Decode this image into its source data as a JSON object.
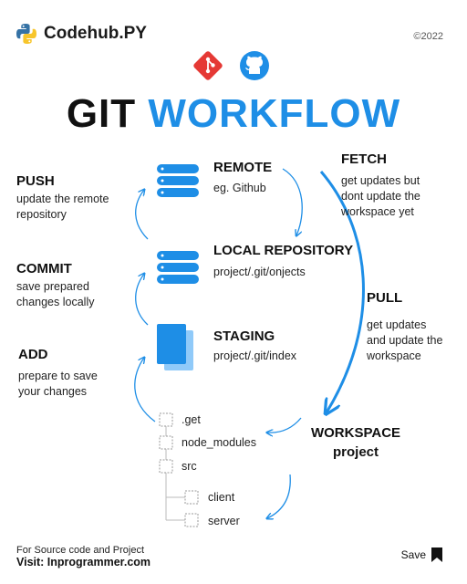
{
  "brand": {
    "name": "Codehub.PY",
    "icon": "python-logo-icon"
  },
  "copyright": "©2022",
  "title": {
    "part1": "GIT",
    "part2": "WORKFLOW"
  },
  "header_icons": [
    "git-logo-icon",
    "github-logo-icon"
  ],
  "stages": {
    "remote": {
      "label": "REMOTE",
      "desc": "eg. Github"
    },
    "local": {
      "label": "LOCAL REPOSITORY",
      "desc": "project/.git/onjects"
    },
    "staging": {
      "label": "STAGING",
      "desc": "project/.git/index"
    },
    "workspace": {
      "label1": "WORKSPACE",
      "label2": "project"
    }
  },
  "actions": {
    "push": {
      "label": "PUSH",
      "desc1": "update the remote",
      "desc2": "repository"
    },
    "commit": {
      "label": "COMMIT",
      "desc1": "save prepared",
      "desc2": "changes locally"
    },
    "add": {
      "label": "ADD",
      "desc1": "prepare to save",
      "desc2": "your changes"
    },
    "fetch": {
      "label": "FETCH",
      "desc1": "get updates but",
      "desc2": "dont update the",
      "desc3": "workspace yet"
    },
    "pull": {
      "label": "PULL",
      "desc1": "get updates",
      "desc2": "and update the",
      "desc3": "workspace"
    }
  },
  "tree": {
    "items": [
      ".get",
      "node_modules",
      "src",
      "client",
      "server"
    ]
  },
  "footer": {
    "line1": "For Source code and Project",
    "line2": "Visit: Inprogrammer.com"
  },
  "save": {
    "label": "Save",
    "icon": "bookmark-icon"
  },
  "colors": {
    "accent": "#1e8ee6",
    "git": "#e53935",
    "github": "#1e8ee6",
    "tree_line": "#bbbbbb"
  }
}
